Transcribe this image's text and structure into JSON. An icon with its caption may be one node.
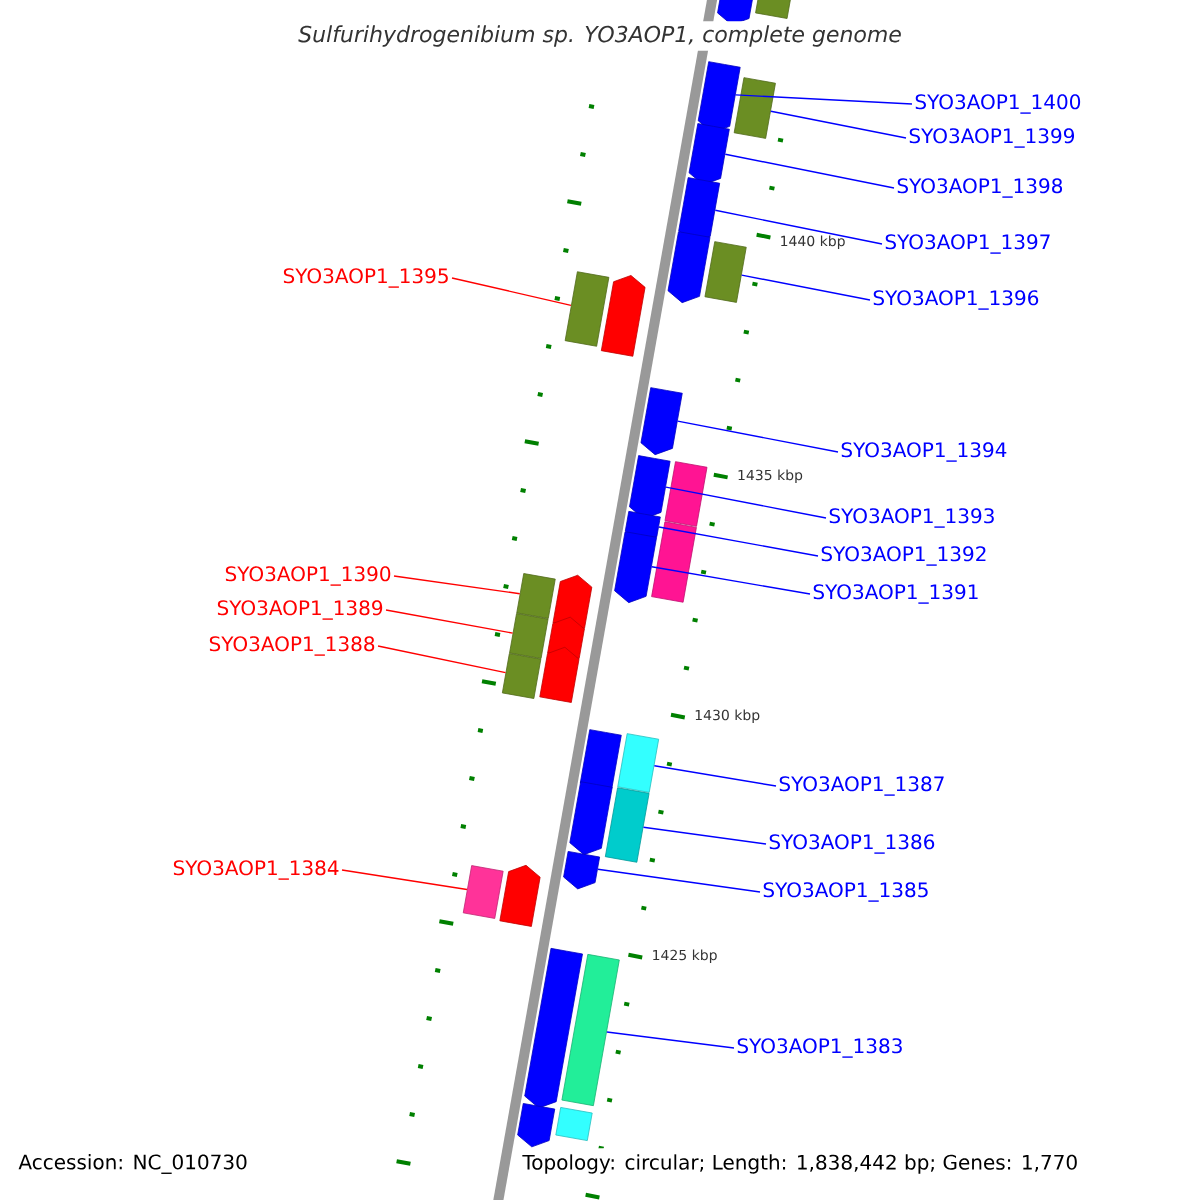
{
  "diagram": {
    "title": "Sulfurihydrogenibium sp. YO3AOP1, complete genome",
    "nodes": [
      {
        "text": [
          "SYO3AOP1_1400"
        ]
      },
      {
        "text": [
          "SYO3AOP1_1399"
        ]
      },
      {
        "text": [
          "SYO3AOP1_1398"
        ]
      },
      {
        "text": [
          "SYO3AOP1_1397"
        ]
      },
      {
        "text": [
          "SYO3AOP1_1395"
        ]
      },
      {
        "text": [
          "SYO3AOP1_1396"
        ]
      },
      {
        "text": [
          "SYO3AOP1_1394"
        ]
      },
      {
        "text": [
          "SYO3AOP1_1393"
        ]
      },
      {
        "text": [
          "SYO3AOP1_1392"
        ]
      },
      {
        "text": [
          "SYO3AOP1_1390"
        ]
      },
      {
        "text": [
          "SYO3AOP1_1391"
        ]
      },
      {
        "text": [
          "SYO3AOP1_1389"
        ]
      },
      {
        "text": [
          "SYO3AOP1_1388"
        ]
      },
      {
        "text": [
          "SYO3AOP1_1387"
        ]
      },
      {
        "text": [
          "SYO3AOP1_1386"
        ]
      },
      {
        "text": [
          "SYO3AOP1_1384"
        ]
      },
      {
        "text": [
          "SYO3AOP1_1385"
        ]
      },
      {
        "text": [
          "SYO3AOP1_1383"
        ]
      },
      {
        "text": [],
        "shape": "pentagon"
      },
      {
        "text": [],
        "shape": "box"
      },
      {
        "text": [],
        "shape": "pentagon"
      },
      {
        "text": [],
        "shape": "box"
      },
      {
        "text": [],
        "shape": "pentagon"
      },
      {
        "text": [],
        "shape": "pentagon"
      },
      {
        "text": [],
        "shape": "pentagon"
      },
      {
        "text": [],
        "shape": "box"
      },
      {
        "text": [],
        "shape": "box"
      },
      {
        "text": [],
        "shape": "pentagon"
      },
      {
        "text": [],
        "shape": "pentagon"
      },
      {
        "text": [],
        "shape": "pentagon"
      },
      {
        "text": [],
        "shape": "box"
      },
      {
        "text": [],
        "shape": "pentagon"
      },
      {
        "text": [],
        "shape": "box"
      },
      {
        "text": [],
        "shape": "pentagon"
      },
      {
        "text": [],
        "shape": "box"
      },
      {
        "text": [],
        "shape": "pentagon"
      },
      {
        "text": [],
        "shape": "box"
      },
      {
        "text": [],
        "shape": "pentagon"
      },
      {
        "text": [],
        "shape": "box"
      },
      {
        "text": [],
        "shape": "pentagon"
      },
      {
        "text": [],
        "shape": "pentagon"
      },
      {
        "text": [],
        "shape": "box"
      },
      {
        "text": [],
        "shape": "pentagon"
      },
      {
        "text": [],
        "shape": "box"
      },
      {
        "text": [],
        "shape": "pentagon"
      },
      {
        "text": [],
        "shape": "box"
      },
      {
        "text": [],
        "shape": "pentagon"
      },
      {
        "text": [],
        "shape": "pentagon"
      },
      {
        "text": [],
        "shape": "box"
      },
      {
        "text": [],
        "shape": "pentagon"
      },
      {
        "text": [],
        "shape": "box"
      }
    ],
    "edges": [
      {
        "from": 0,
        "to": 20,
        "arrow": "none"
      },
      {
        "from": 1,
        "to": 21,
        "arrow": "none"
      },
      {
        "from": 2,
        "to": 22,
        "arrow": "none"
      },
      {
        "from": 3,
        "to": 23,
        "arrow": "none"
      },
      {
        "from": 4,
        "to": 26,
        "arrow": "none",
        "color": "#ff0000"
      },
      {
        "from": 5,
        "to": 25,
        "arrow": "none"
      },
      {
        "from": 6,
        "to": 28,
        "arrow": "none"
      },
      {
        "from": 7,
        "to": 29,
        "arrow": "none"
      },
      {
        "from": 8,
        "to": 31,
        "arrow": "none"
      },
      {
        "from": 9,
        "to": 34,
        "arrow": "none",
        "color": "#ff0000"
      },
      {
        "from": 10,
        "to": 33,
        "arrow": "none"
      },
      {
        "from": 11,
        "to": 36,
        "arrow": "none",
        "color": "#ff0000"
      },
      {
        "from": 12,
        "to": 38,
        "arrow": "none",
        "color": "#ff0000"
      },
      {
        "from": 13,
        "to": 41,
        "arrow": "none"
      },
      {
        "from": 14,
        "to": 43,
        "arrow": "none"
      },
      {
        "from": 15,
        "to": 45,
        "arrow": "none",
        "color": "#ff0000"
      },
      {
        "from": 16,
        "to": 44,
        "arrow": "none"
      },
      {
        "from": 17,
        "to": 48,
        "arrow": "none"
      }
    ],
    "labels": [
      "1440 kbp",
      "1435 kbp",
      "1430 kbp",
      "1425 kbp",
      "Accession: NC_010730",
      "Topology: circular; Length: 1,838,442 bp; Genes: 1,770"
    ]
  }
}
